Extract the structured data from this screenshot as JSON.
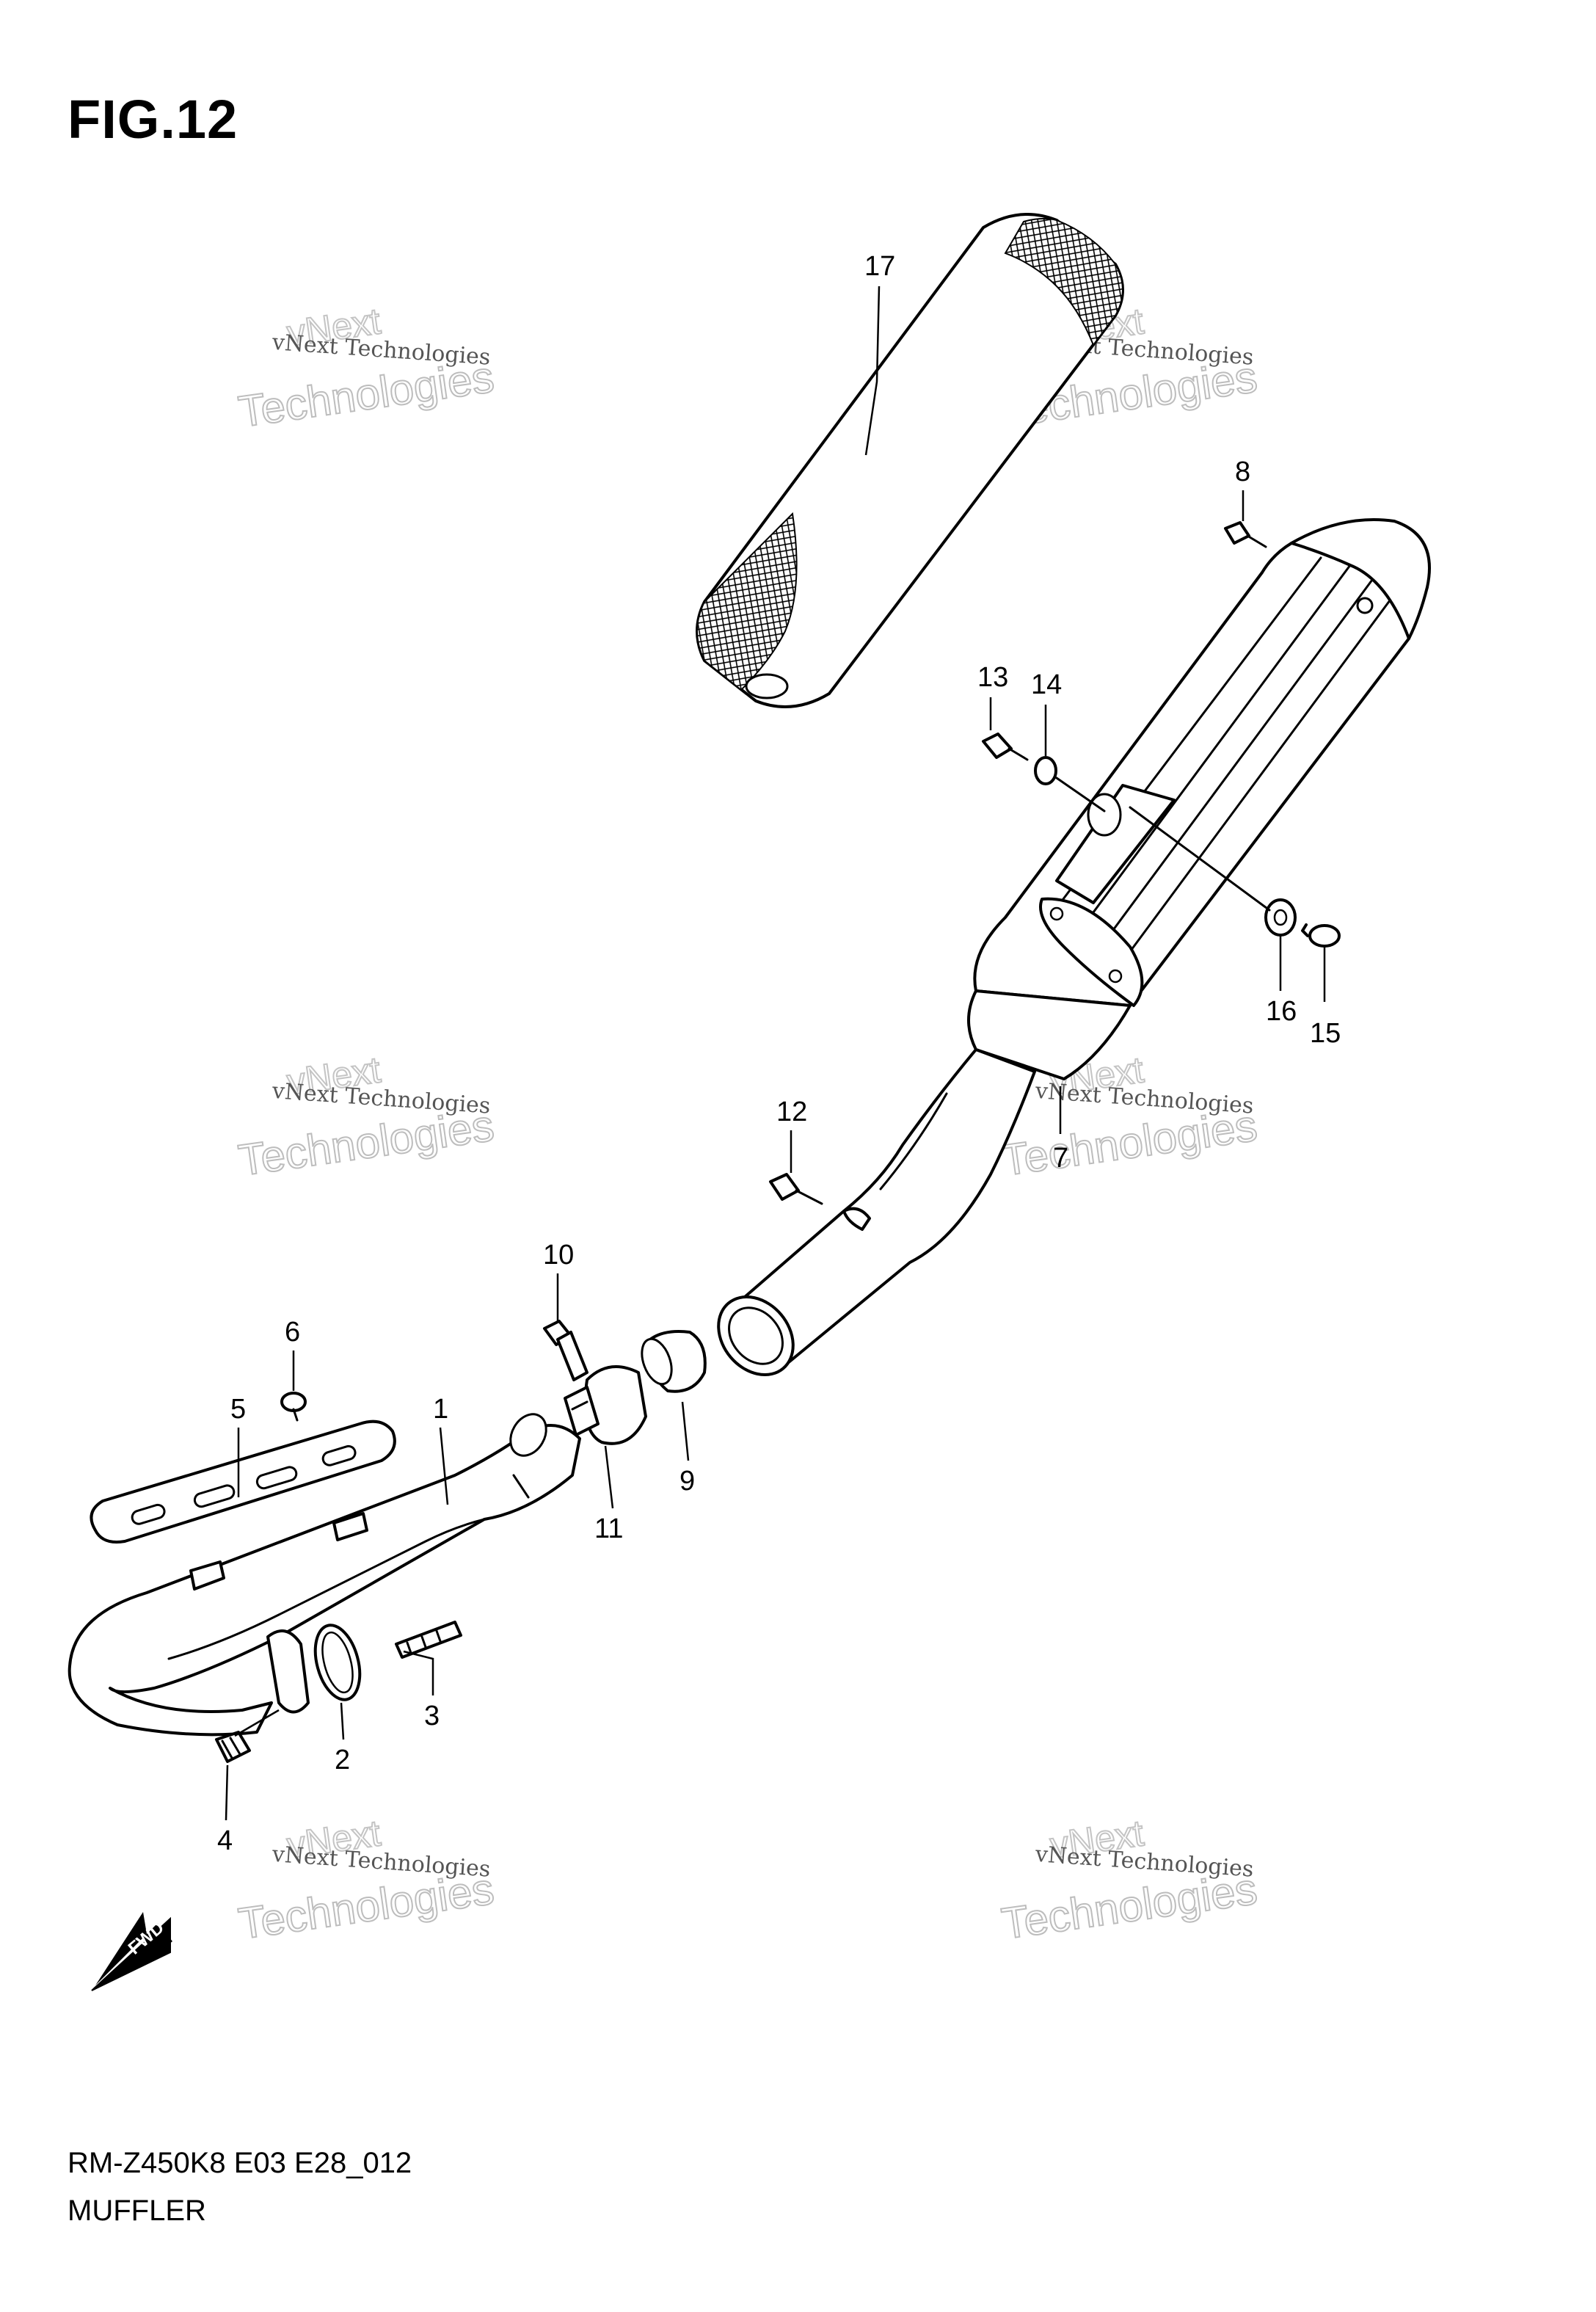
{
  "figure": {
    "title": "FIG.12",
    "model_code": "RM-Z450K8 E03 E28_012",
    "section_name": "MUFFLER"
  },
  "watermark": {
    "line1": "vNext Technologies",
    "line2": "Technologies",
    "line3": "vNext"
  },
  "fwd_label": "FWD",
  "callouts": [
    {
      "id": "c17",
      "text": "17"
    },
    {
      "id": "c8",
      "text": "8"
    },
    {
      "id": "c13",
      "text": "13"
    },
    {
      "id": "c14",
      "text": "14"
    },
    {
      "id": "c16",
      "text": "16"
    },
    {
      "id": "c15",
      "text": "15"
    },
    {
      "id": "c12",
      "text": "12"
    },
    {
      "id": "c7",
      "text": "7"
    },
    {
      "id": "c10",
      "text": "10"
    },
    {
      "id": "c6",
      "text": "6"
    },
    {
      "id": "c5",
      "text": "5"
    },
    {
      "id": "c1",
      "text": "1"
    },
    {
      "id": "c9",
      "text": "9"
    },
    {
      "id": "c11",
      "text": "11"
    },
    {
      "id": "c3",
      "text": "3"
    },
    {
      "id": "c2",
      "text": "2"
    },
    {
      "id": "c4",
      "text": "4"
    }
  ]
}
